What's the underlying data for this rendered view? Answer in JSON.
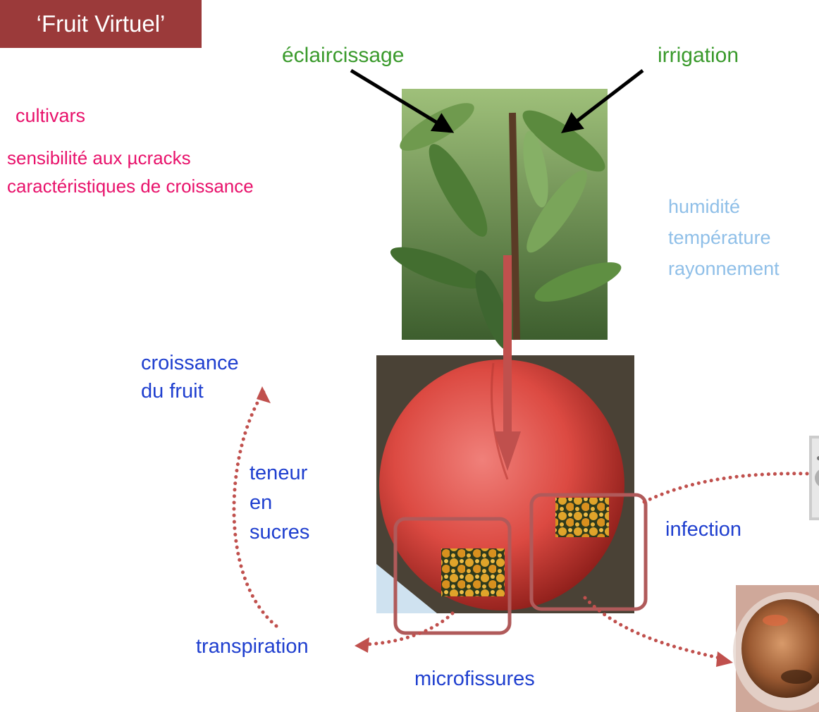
{
  "title": "‘Fruit Virtuel’",
  "inputs": {
    "left": "éclaircissage",
    "right": "irrigation"
  },
  "cultivars": {
    "heading": "cultivars",
    "line1": "sensibilité aux µcracks",
    "line2": "caractéristiques de croissance"
  },
  "climate": {
    "line1": "humidité",
    "line2": "température",
    "line3": "rayonnement"
  },
  "processes": {
    "growth_line1": "croissance",
    "growth_line2": "du fruit",
    "sugar_line1": "teneur",
    "sugar_line2": "en",
    "sugar_line3": "sucres",
    "transpiration": "transpiration",
    "microcracks": "microfissures",
    "infection": "infection"
  },
  "colors": {
    "title_bg": "#9b3a3a",
    "arrow": "#c0504d",
    "frame": "#b05a5a",
    "green_text": "#3a9a2c",
    "pink_text": "#e8126b",
    "lightblue_text": "#8fbfe8",
    "blue_text": "#1f3fcf"
  },
  "images": [
    "peach-tree-photo",
    "peach-fruit-photo",
    "microcrack-closeup",
    "petri-dish-photo",
    "rotten-fruit-photo"
  ]
}
